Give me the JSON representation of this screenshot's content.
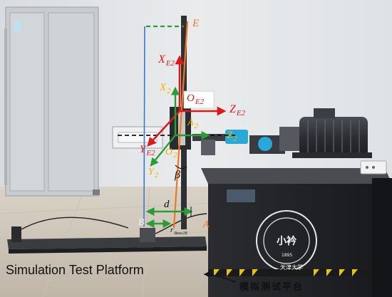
{
  "labels": {
    "E": "E",
    "X_E2": "X",
    "X_E2_sub": "E2",
    "O_E2": "O",
    "O_E2_sub": "E2",
    "Z_E2": "Z",
    "Z_E2_sub": "E2",
    "X2": "X",
    "X2_sub": "2",
    "A2": "A",
    "A2_sub": "2",
    "Z2": "Z",
    "Z2_sub": "2",
    "Y_E2": "Y",
    "Y_E2_sub": "E2",
    "O2": "O",
    "O2_sub": "2",
    "Y2": "Y",
    "Y2_sub": "2",
    "beta": "β",
    "d": "d",
    "B": "B",
    "A": "A",
    "r": "r",
    "r_sub": "Base2B"
  },
  "caption": "Simulation Test Platform",
  "chinese_caption": "模拟测试平台",
  "university_seal_text": "天津大学",
  "colors": {
    "red": "#d81c1c",
    "orange": "#f07820",
    "green": "#2e9b3a",
    "blue": "#3a78c8",
    "yellow": "#f0b400",
    "cyan": "#2aa8d8"
  }
}
